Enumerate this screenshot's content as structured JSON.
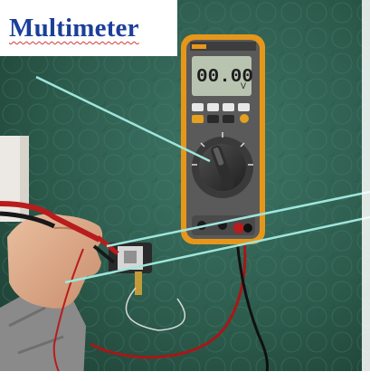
{
  "title": "Multimeter",
  "meter": {
    "display_value": "00.00",
    "unit": "V"
  },
  "colors": {
    "title": "#1c3f9a",
    "carpet": "#2f5f50",
    "meter_body": "#f0a020",
    "pointer_line": "#9fe6dd"
  }
}
